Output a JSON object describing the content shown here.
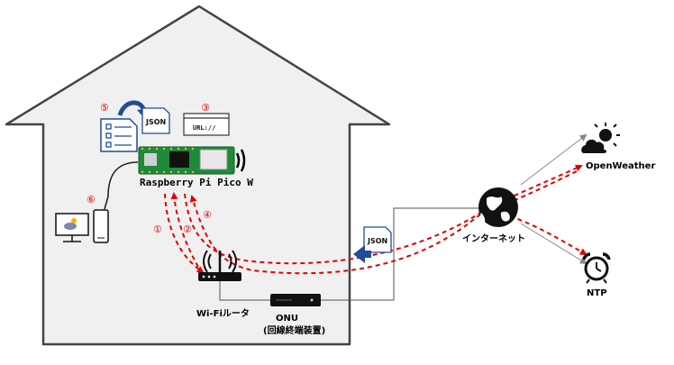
{
  "labels": {
    "pico": "Raspberry Pi Pico W",
    "router": "Wi-Fiルータ",
    "onu": "ONU",
    "onu_sub": "(回線終端装置)",
    "internet": "インターネット",
    "openweather": "OpenWeather",
    "ntp": "NTP",
    "json_top": "JSON",
    "json_mid": "JSON",
    "url": "URL://"
  },
  "steps": [
    "①",
    "②",
    "③",
    "④",
    "⑤",
    "⑥"
  ],
  "colors": {
    "house_fill": "#f0f0f0",
    "house_stroke": "#444444",
    "dashed_red": "#e00000",
    "arrow_blue": "#1f4e96",
    "pico_green": "#1e8a3a"
  },
  "icons": [
    "weather-cloud-sun-icon",
    "alarm-clock-icon",
    "globe-icon",
    "wifi-router-icon",
    "onu-device-icon",
    "monitor-icon",
    "smartphone-icon",
    "checklist-document-icon",
    "json-document-icon",
    "url-window-icon"
  ]
}
